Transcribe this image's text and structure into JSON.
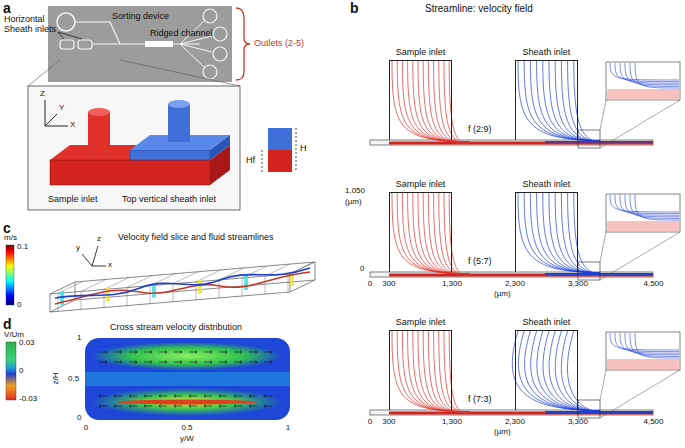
{
  "diagram": {
    "nodes": [
      {
        "text": [
          "Sample inlet"
        ]
      },
      {
        "text": [
          "Sheath inlet"
        ]
      },
      {
        "text": [
          "Sample inlet"
        ]
      },
      {
        "text": [
          "Sheath inlet"
        ]
      },
      {
        "text": [
          "Sample inlet"
        ]
      },
      {
        "text": [
          "Sheath inlet"
        ]
      }
    ],
    "labels": [
      "a",
      "Sorting device",
      "Horizontal Sheath inlets",
      "Ridged channel",
      "Outlets (2-5)",
      "Z",
      "Y",
      "X",
      "H",
      "Hf",
      "Sample inlet",
      "Top vertical sheath inlet",
      "b",
      "Streamline: velocity field",
      "f (2:9)",
      "f (5:7)",
      "1,050",
      "(µm)",
      "0",
      "0",
      "300",
      "1,300",
      "2,300",
      "3,300",
      "4,500",
      "(µm)",
      "f (7:3)",
      "0",
      "300",
      "1,300",
      "2,300",
      "3,300",
      "4,500",
      "(µm)",
      "c",
      "m/s",
      "0.1",
      "0",
      "Velocity field slice and fluid streamlines",
      "y",
      "z",
      "x",
      "d",
      "Cross stream velocity distribution",
      "V/Um",
      "0.03",
      "0",
      "-0.03",
      "z/H",
      "1",
      "0.5",
      "0",
      "0",
      "0.5",
      "1",
      "y/W"
    ]
  }
}
